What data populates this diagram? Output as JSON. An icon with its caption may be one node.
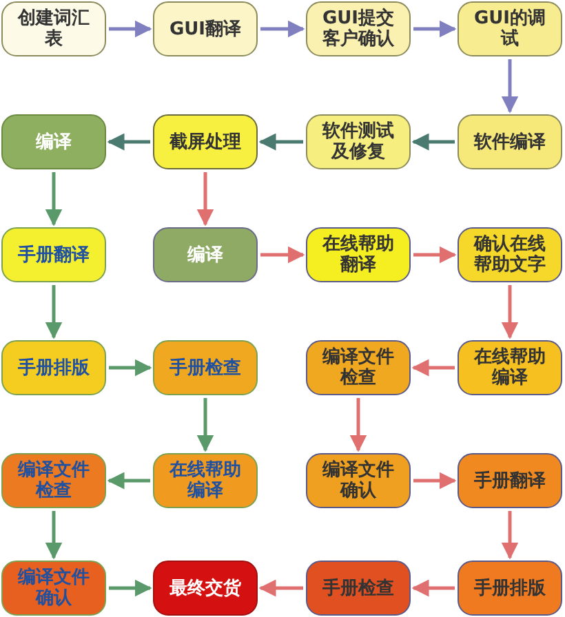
{
  "diagram": {
    "nodes": [
      {
        "text": [
          "创建词汇表"
        ]
      },
      {
        "text": [
          "GUI翻译"
        ]
      },
      {
        "text": [
          "GUI提交客户确认"
        ]
      },
      {
        "text": [
          "GUI的调试"
        ]
      },
      {
        "text": [
          "编译"
        ]
      },
      {
        "text": [
          "截屏处理"
        ]
      },
      {
        "text": [
          "软件测试及修复"
        ]
      },
      {
        "text": [
          "软件编译"
        ]
      },
      {
        "text": [
          "手册翻译"
        ]
      },
      {
        "text": [
          "编译"
        ]
      },
      {
        "text": [
          "在线帮助翻译"
        ]
      },
      {
        "text": [
          "确认在线帮助文字"
        ]
      },
      {
        "text": [
          "手册排版"
        ]
      },
      {
        "text": [
          "手册检查"
        ]
      },
      {
        "text": [
          "编译文件检查"
        ]
      },
      {
        "text": [
          "在线帮助编译"
        ]
      },
      {
        "text": [
          "编译文件检查"
        ]
      },
      {
        "text": [
          "在线帮助编译"
        ]
      },
      {
        "text": [
          "编译文件确认"
        ]
      },
      {
        "text": [
          "手册翻译"
        ]
      },
      {
        "text": [
          "编译文件确认"
        ]
      },
      {
        "text": [
          "最终交货"
        ]
      },
      {
        "text": [
          "手册检查"
        ]
      },
      {
        "text": [
          "手册排版"
        ]
      }
    ],
    "edges": [
      {
        "from": 0,
        "to": 1,
        "arrow": "to",
        "color": "#8080c0"
      },
      {
        "from": 1,
        "to": 2,
        "arrow": "to",
        "color": "#8080c0"
      },
      {
        "from": 2,
        "to": 3,
        "arrow": "to",
        "color": "#8080c0"
      },
      {
        "from": 3,
        "to": 7,
        "arrow": "to",
        "color": "#8080c0"
      },
      {
        "from": 7,
        "to": 6,
        "arrow": "to",
        "color": "#4a7a70"
      },
      {
        "from": 6,
        "to": 5,
        "arrow": "to",
        "color": "#4a7a70"
      },
      {
        "from": 5,
        "to": 4,
        "arrow": "to",
        "color": "#4a7a70"
      },
      {
        "from": 4,
        "to": 8,
        "arrow": "to",
        "color": "#5a9a6a"
      },
      {
        "from": 5,
        "to": 9,
        "arrow": "to",
        "color": "#e07070"
      },
      {
        "from": 9,
        "to": 10,
        "arrow": "to",
        "color": "#e07070"
      },
      {
        "from": 10,
        "to": 11,
        "arrow": "to",
        "color": "#e07070"
      },
      {
        "from": 8,
        "to": 12,
        "arrow": "to",
        "color": "#5a9a6a"
      },
      {
        "from": 11,
        "to": 15,
        "arrow": "to",
        "color": "#e07070"
      },
      {
        "from": 12,
        "to": 13,
        "arrow": "to",
        "color": "#5a9a6a"
      },
      {
        "from": 15,
        "to": 14,
        "arrow": "to",
        "color": "#e07070"
      },
      {
        "from": 13,
        "to": 17,
        "arrow": "to",
        "color": "#5a9a6a"
      },
      {
        "from": 14,
        "to": 18,
        "arrow": "to",
        "color": "#e07070"
      },
      {
        "from": 17,
        "to": 16,
        "arrow": "to",
        "color": "#5a9a6a"
      },
      {
        "from": 18,
        "to": 19,
        "arrow": "to",
        "color": "#e07070"
      },
      {
        "from": 16,
        "to": 20,
        "arrow": "to",
        "color": "#5a9a6a"
      },
      {
        "from": 19,
        "to": 23,
        "arrow": "to",
        "color": "#e07070"
      },
      {
        "from": 20,
        "to": 21,
        "arrow": "to",
        "color": "#5a9a6a"
      },
      {
        "from": 23,
        "to": 22,
        "arrow": "to",
        "color": "#e07070"
      },
      {
        "from": 22,
        "to": 21,
        "arrow": "to",
        "color": "#e07070"
      }
    ]
  }
}
